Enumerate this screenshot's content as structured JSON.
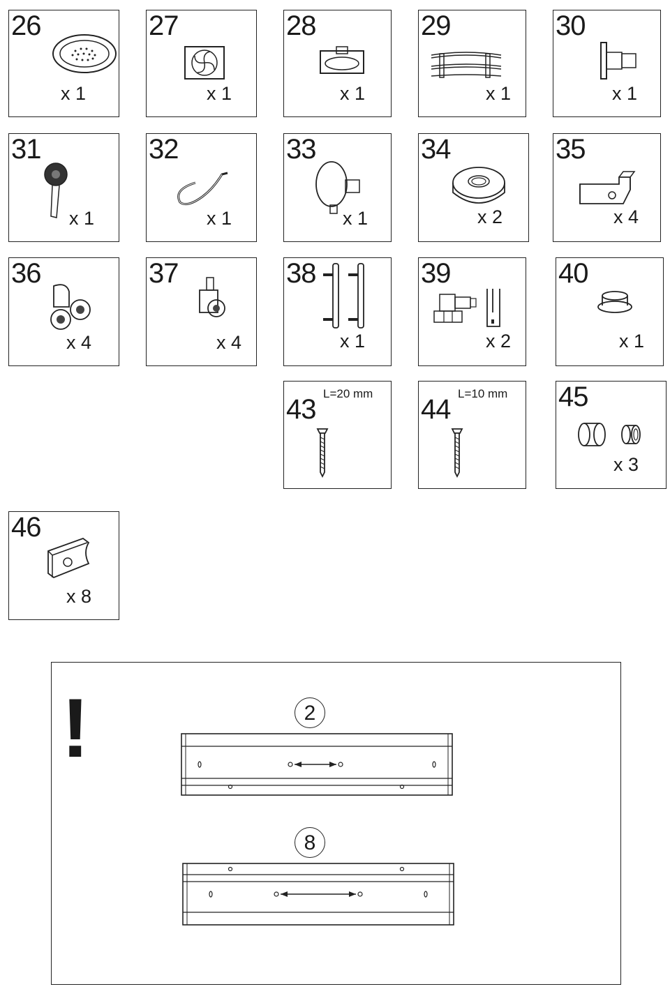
{
  "parts": [
    {
      "id": "26",
      "qty": "x 1",
      "icon": "shower-head-icon"
    },
    {
      "id": "27",
      "qty": "x 1",
      "icon": "fan-icon"
    },
    {
      "id": "28",
      "qty": "x 1",
      "icon": "ceiling-light-icon"
    },
    {
      "id": "29",
      "qty": "x 1",
      "icon": "towel-rack-icon"
    },
    {
      "id": "30",
      "qty": "x 1",
      "icon": "wall-connector-icon"
    },
    {
      "id": "31",
      "qty": "x 1",
      "icon": "hand-shower-icon"
    },
    {
      "id": "32",
      "qty": "x 1",
      "icon": "shower-hose-icon"
    },
    {
      "id": "33",
      "qty": "x 1",
      "icon": "mirror-icon"
    },
    {
      "id": "34",
      "qty": "x 2",
      "icon": "round-ring-icon"
    },
    {
      "id": "35",
      "qty": "x 4",
      "icon": "bracket-block-icon"
    },
    {
      "id": "36",
      "qty": "x 4",
      "icon": "double-roller-icon"
    },
    {
      "id": "37",
      "qty": "x 4",
      "icon": "single-roller-icon"
    },
    {
      "id": "38",
      "qty": "x 1",
      "icon": "door-handle-icon"
    },
    {
      "id": "39",
      "qty": "x 2",
      "icon": "valve-clip-icon"
    },
    {
      "id": "40",
      "qty": "x 1",
      "icon": "drain-cap-icon"
    },
    {
      "id": "43",
      "qty": "",
      "length": "L=20 mm",
      "icon": "screw-long-icon"
    },
    {
      "id": "44",
      "qty": "",
      "length": "L=10 mm",
      "icon": "screw-short-icon"
    },
    {
      "id": "45",
      "qty": "x 3",
      "icon": "plug-sleeve-icon"
    },
    {
      "id": "46",
      "qty": "x 8",
      "icon": "clamp-pad-icon"
    }
  ],
  "notice": {
    "mark": "!",
    "profiles": [
      {
        "label": "2",
        "icon": "profile-holes-bottom-icon"
      },
      {
        "label": "8",
        "icon": "profile-holes-top-icon"
      }
    ]
  }
}
